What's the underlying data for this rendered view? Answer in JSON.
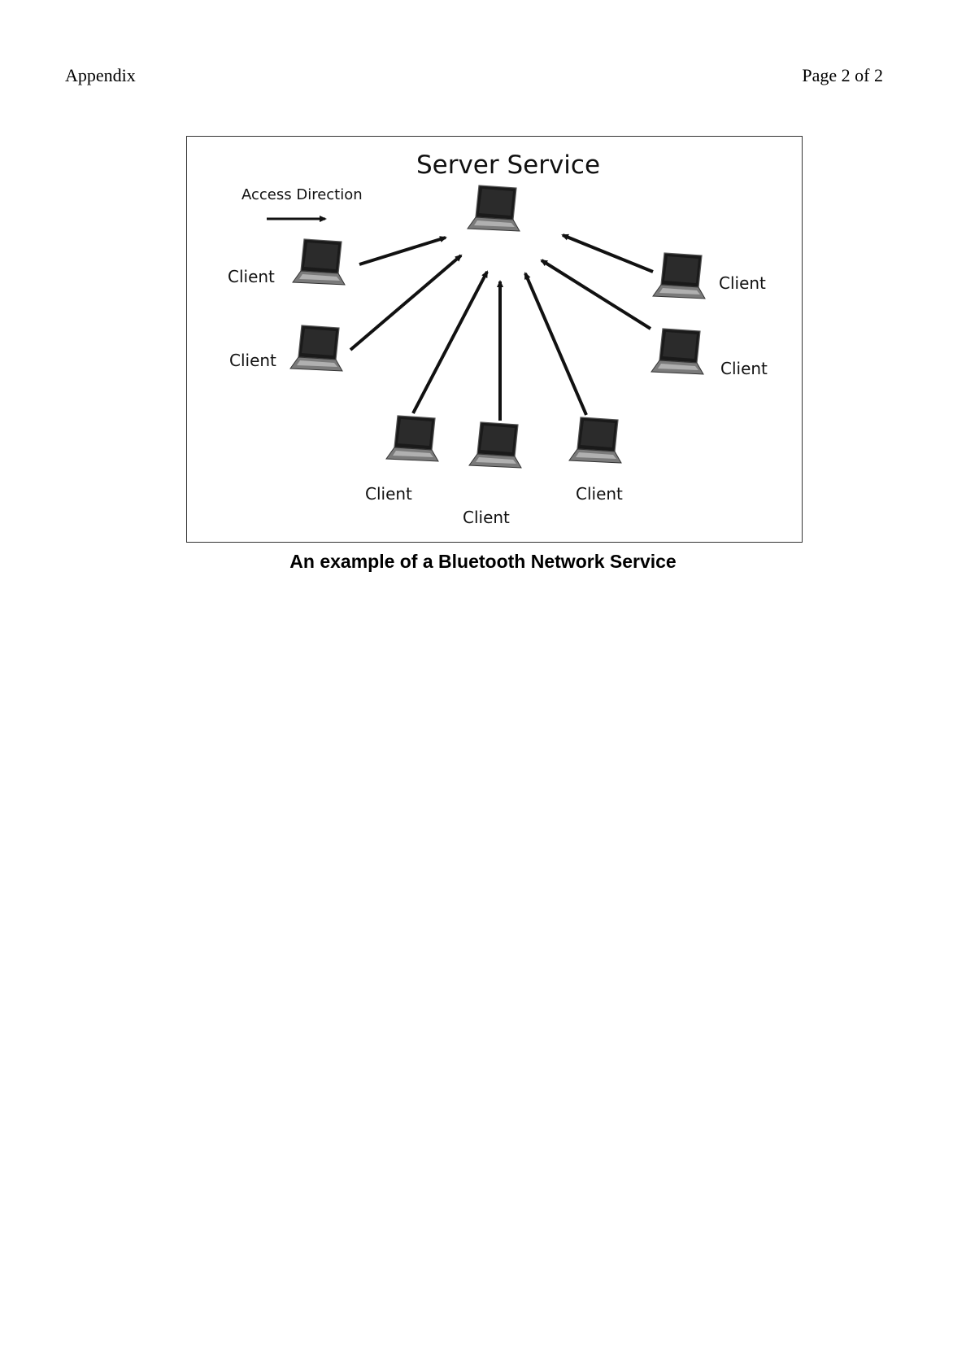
{
  "header": {
    "left": "Appendix",
    "right": "Page 2 of 2"
  },
  "diagram": {
    "server_label": "Server Service",
    "legend_label": "Access Direction",
    "client_label": "Client"
  },
  "caption": "An example of a Bluetooth Network Service",
  "icons": {
    "device": "laptop-icon",
    "direction": "arrow-icon"
  }
}
